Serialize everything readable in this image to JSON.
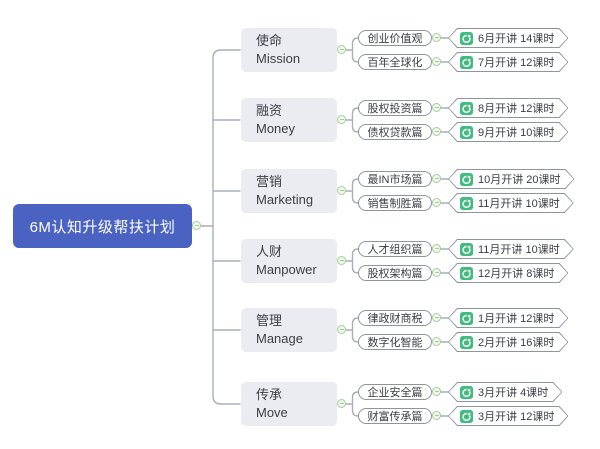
{
  "root": {
    "label": "6M认知升级帮扶计划"
  },
  "branches": [
    {
      "title_cn": "使命",
      "title_en": "Mission",
      "children": [
        {
          "label": "创业价值观",
          "schedule": "6月开讲 14课时"
        },
        {
          "label": "百年全球化",
          "schedule": "7月开讲 12课时"
        }
      ]
    },
    {
      "title_cn": "融资",
      "title_en": "Money",
      "children": [
        {
          "label": "股权投资篇",
          "schedule": "8月开讲 12课时"
        },
        {
          "label": "债权贷款篇",
          "schedule": "9月开讲 10课时"
        }
      ]
    },
    {
      "title_cn": "营销",
      "title_en": "Marketing",
      "children": [
        {
          "label": "最IN市场篇",
          "schedule": "10月开讲 20课时"
        },
        {
          "label": "销售制胜篇",
          "schedule": "11月开讲 10课时"
        }
      ]
    },
    {
      "title_cn": "人财",
      "title_en": "Manpower",
      "children": [
        {
          "label": "人才组织篇",
          "schedule": "11月开讲 10课时"
        },
        {
          "label": "股权架构篇",
          "schedule": "12月开讲 8课时"
        }
      ]
    },
    {
      "title_cn": "管理",
      "title_en": "Manage",
      "children": [
        {
          "label": "律政财商税",
          "schedule": "1月开讲 12课时"
        },
        {
          "label": "数字化智能",
          "schedule": "2月开讲 16课时"
        }
      ]
    },
    {
      "title_cn": "传承",
      "title_en": "Move",
      "children": [
        {
          "label": "企业安全篇",
          "schedule": "3月开讲 4课时"
        },
        {
          "label": "财富传承篇",
          "schedule": "3月开讲 12课时"
        }
      ]
    }
  ],
  "icons": {
    "leaf_badge": "globe-icon",
    "toggle": "collapse-minus-icon"
  },
  "colors": {
    "root_bg": "#4A62C2",
    "root_text": "#FFFFFF",
    "branch_bg": "#EBECF2",
    "node_text": "#3A3E45",
    "node_border": "#8F959F",
    "edge": "#A9AEB8",
    "toggle_border": "#A5CD9B",
    "toggle_bg": "#F1F8EC",
    "leaf_icon_green": "#3EBD7E"
  }
}
